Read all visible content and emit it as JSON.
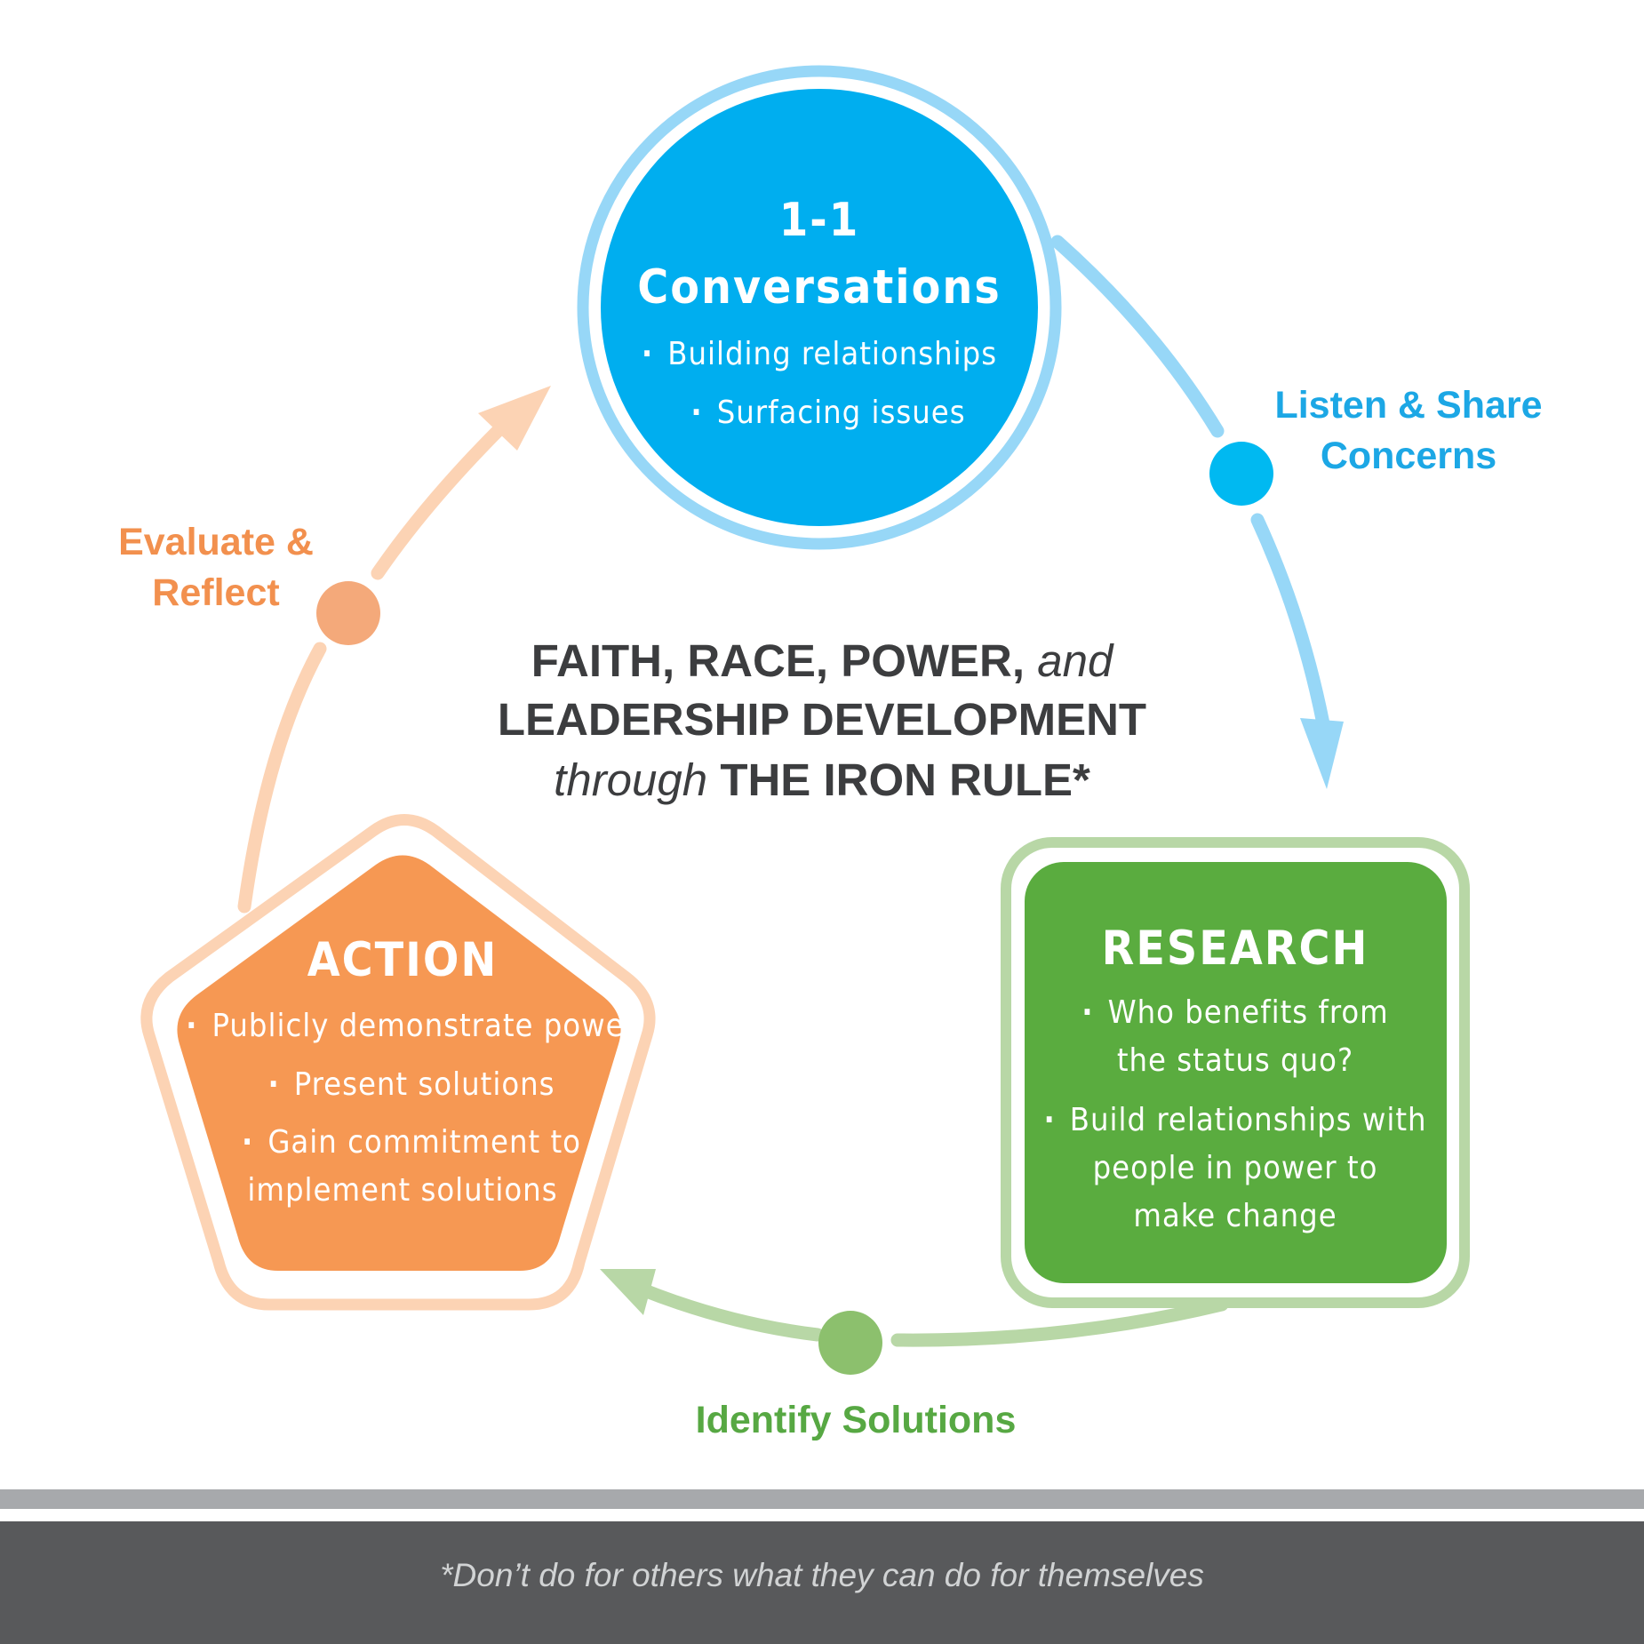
{
  "center": {
    "line1_bold": "FAITH, RACE, POWER,",
    "line1_italic": "and",
    "line2_bold": "LEADERSHIP DEVELOPMENT",
    "line3_italic": "through",
    "line3_bold": "THE IRON RULE*"
  },
  "nodes": {
    "conversations": {
      "title_line1": "1-1",
      "title_line2": "Conversations",
      "bullets": [
        "Building relationships",
        "Surfacing issues"
      ]
    },
    "research": {
      "title": "RESEARCH",
      "bullet1_line1": "Who benefits from",
      "bullet1_line2": "the status quo?",
      "bullet2_line1": "Build relationships with",
      "bullet2_line2": "people in power to",
      "bullet2_line3": "make change"
    },
    "action": {
      "title": "ACTION",
      "bullets": [
        "Publicly demonstrate power",
        "Present solutions"
      ],
      "bullet3_line1": "Gain commitment to",
      "bullet3_line2": "implement solutions"
    }
  },
  "steps": {
    "listen_share": {
      "line1": "Listen & Share",
      "line2": "Concerns"
    },
    "identify_solutions": {
      "label": "Identify Solutions"
    },
    "evaluate_reflect": {
      "line1": "Evaluate &",
      "line2": "Reflect"
    }
  },
  "footer": {
    "footnote": "*Don’t do for others what they can do for themselves"
  },
  "colors": {
    "blue": "#00aeef",
    "blue_light": "#97d7f7",
    "green": "#5aac3f",
    "green_light": "#b8d7a6",
    "green_dot": "#8cc06d",
    "orange": "#f69853",
    "orange_light": "#fcd3b4",
    "orange_text": "#f2904e",
    "dark_text": "#3c3d3f",
    "footer_band": "#58595b",
    "footer_stripe": "#a7a9ac"
  }
}
